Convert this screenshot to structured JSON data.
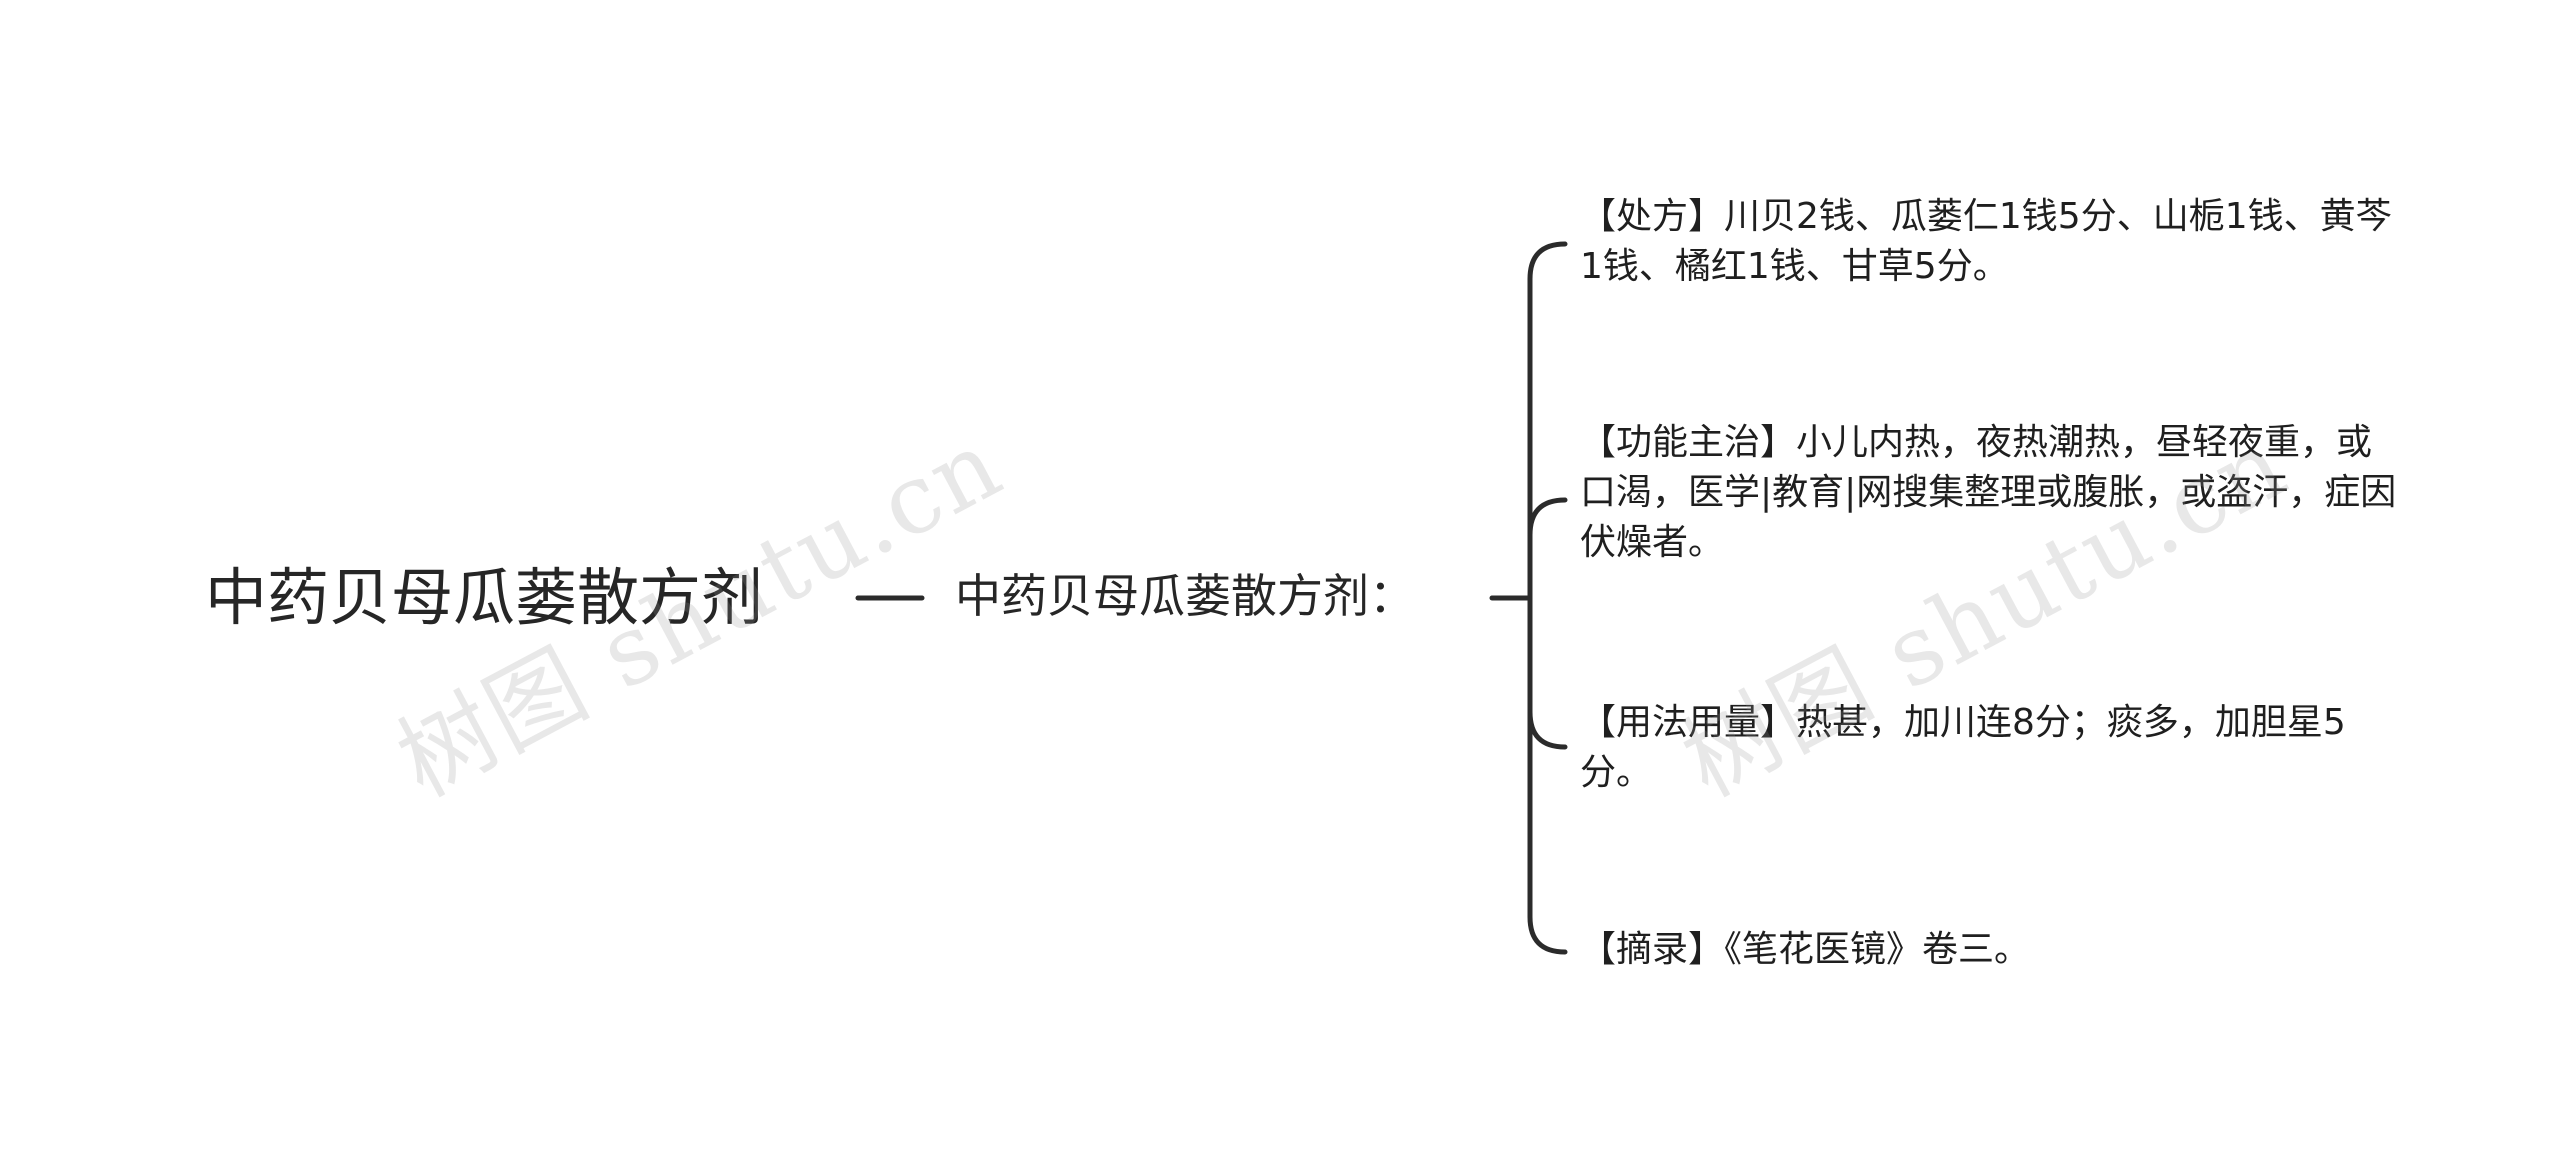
{
  "root": {
    "label": "中药贝母瓜蒌散方剂"
  },
  "branch": {
    "label": "中药贝母瓜蒌散方剂："
  },
  "leaves": [
    {
      "label": "【处方】川贝2钱、瓜蒌仁1钱5分、山栀1钱、黄芩1钱、橘红1钱、甘草5分。"
    },
    {
      "label": "【功能主治】小儿内热，夜热潮热，昼轻夜重，或口渴，医学|教育|网搜集整理或腹胀，或盗汗，症因伏燥者。"
    },
    {
      "label": "【用法用量】热甚，加川连8分；痰多，加胆星5分。"
    },
    {
      "label": "【摘录】《笔花医镜》卷三。"
    }
  ],
  "watermark": {
    "text": "树图 shutu.cn"
  },
  "colors": {
    "line": "#2b2b2b",
    "text": "#262626",
    "watermark": "#969696"
  }
}
